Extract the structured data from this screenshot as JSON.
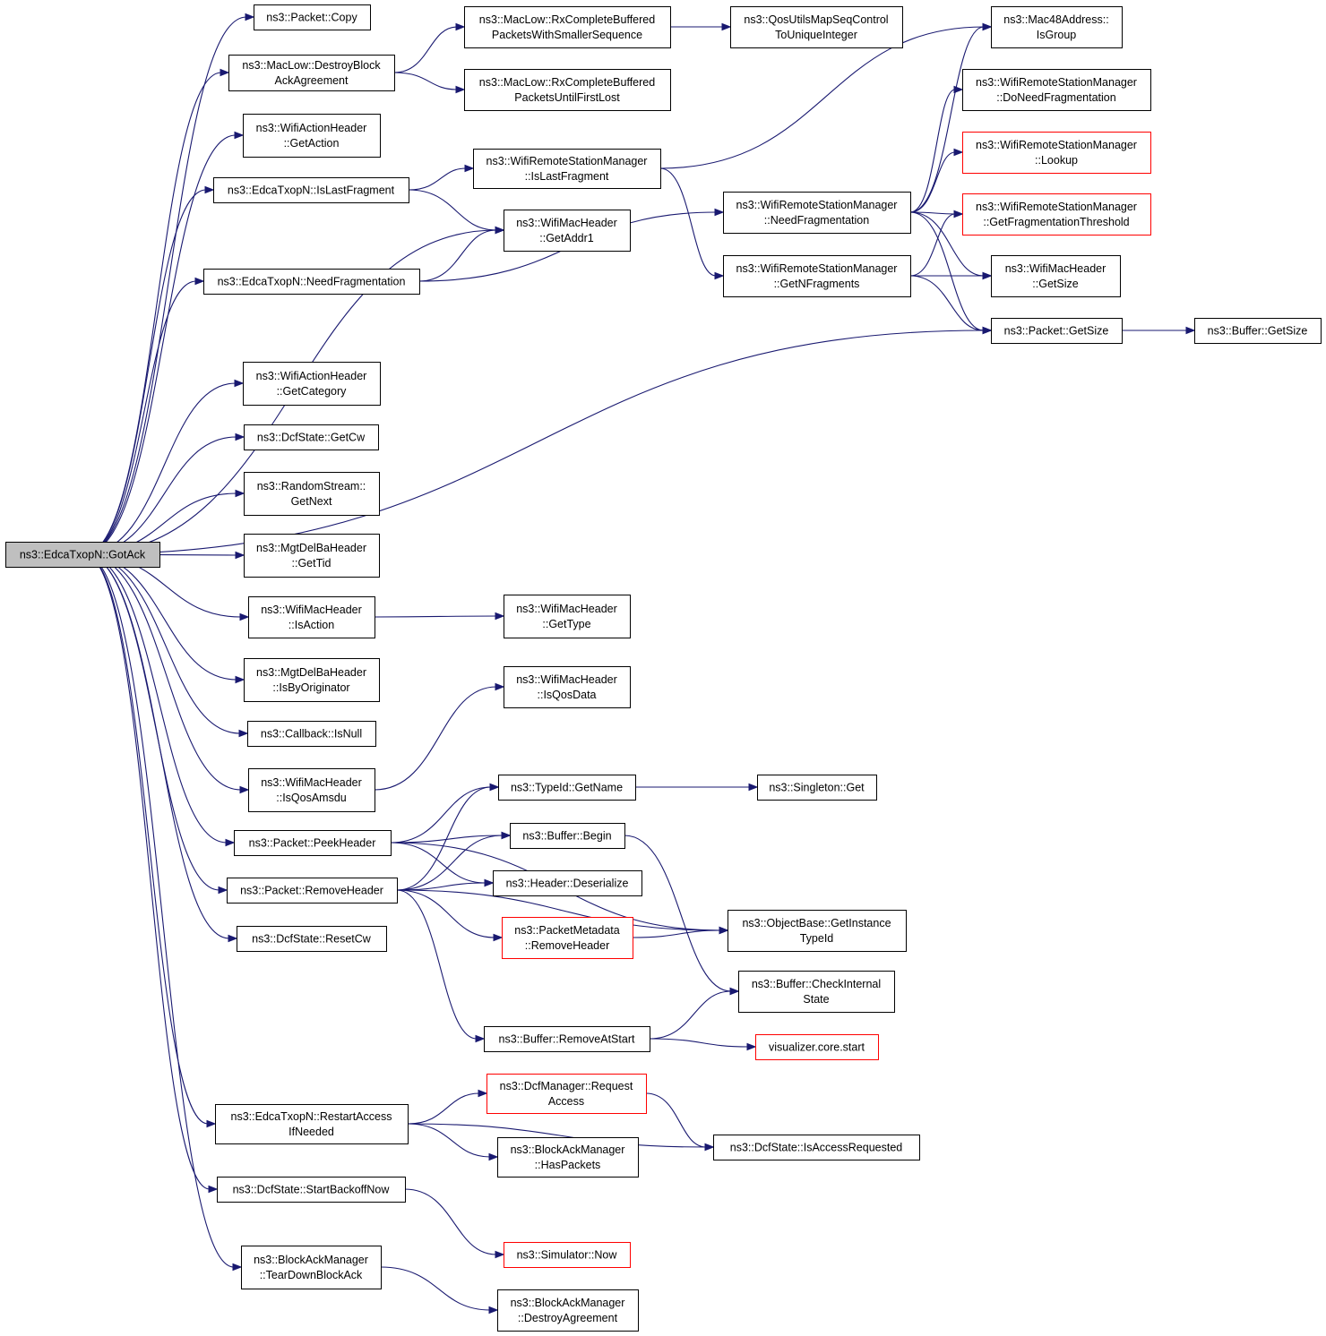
{
  "graph": {
    "colors": {
      "edge": "#191970",
      "node_border": "#000000",
      "root_fill": "#bfbfbf",
      "truncated_border": "#ff0000",
      "background": "#ffffff"
    },
    "nodes": [
      {
        "id": "gotack",
        "lines": [
          "ns3::EdcaTxopN::GotAck"
        ],
        "kind": "root"
      },
      {
        "id": "copy",
        "lines": [
          "ns3::Packet::Copy"
        ]
      },
      {
        "id": "destroyblock",
        "lines": [
          "ns3::MacLow::DestroyBlock",
          "AckAgreement"
        ]
      },
      {
        "id": "getaction",
        "lines": [
          "ns3::WifiActionHeader",
          "::GetAction"
        ]
      },
      {
        "id": "islastfrag_e",
        "lines": [
          "ns3::EdcaTxopN::IsLastFragment"
        ]
      },
      {
        "id": "needfrag_e",
        "lines": [
          "ns3::EdcaTxopN::NeedFragmentation"
        ]
      },
      {
        "id": "getcategory",
        "lines": [
          "ns3::WifiActionHeader",
          "::GetCategory"
        ]
      },
      {
        "id": "getcw",
        "lines": [
          "ns3::DcfState::GetCw"
        ]
      },
      {
        "id": "getnext",
        "lines": [
          "ns3::RandomStream::",
          "GetNext"
        ]
      },
      {
        "id": "gettid",
        "lines": [
          "ns3::MgtDelBaHeader",
          "::GetTid"
        ]
      },
      {
        "id": "isaction",
        "lines": [
          "ns3::WifiMacHeader",
          "::IsAction"
        ]
      },
      {
        "id": "isbyorig",
        "lines": [
          "ns3::MgtDelBaHeader",
          "::IsByOriginator"
        ]
      },
      {
        "id": "isnull",
        "lines": [
          "ns3::Callback::IsNull"
        ]
      },
      {
        "id": "isqosamsdu",
        "lines": [
          "ns3::WifiMacHeader",
          "::IsQosAmsdu"
        ]
      },
      {
        "id": "peekheader",
        "lines": [
          "ns3::Packet::PeekHeader"
        ]
      },
      {
        "id": "removeheader",
        "lines": [
          "ns3::Packet::RemoveHeader"
        ]
      },
      {
        "id": "resetcw",
        "lines": [
          "ns3::DcfState::ResetCw"
        ]
      },
      {
        "id": "restartaccess",
        "lines": [
          "ns3::EdcaTxopN::RestartAccess",
          "IfNeeded"
        ]
      },
      {
        "id": "startbackoff",
        "lines": [
          "ns3::DcfState::StartBackoffNow"
        ]
      },
      {
        "id": "teardown",
        "lines": [
          "ns3::BlockAckManager",
          "::TearDownBlockAck"
        ]
      },
      {
        "id": "rxsmaller",
        "lines": [
          "ns3::MacLow::RxCompleteBuffered",
          "PacketsWithSmallerSequence"
        ]
      },
      {
        "id": "rxuntil",
        "lines": [
          "ns3::MacLow::RxCompleteBuffered",
          "PacketsUntilFirstLost"
        ]
      },
      {
        "id": "qosutils",
        "lines": [
          "ns3::QosUtilsMapSeqControl",
          "ToUniqueInteger"
        ]
      },
      {
        "id": "islastfrag_w",
        "lines": [
          "ns3::WifiRemoteStationManager",
          "::IsLastFragment"
        ]
      },
      {
        "id": "getaddr1",
        "lines": [
          "ns3::WifiMacHeader",
          "::GetAddr1"
        ]
      },
      {
        "id": "needfrag_w",
        "lines": [
          "ns3::WifiRemoteStationManager",
          "::NeedFragmentation"
        ]
      },
      {
        "id": "getnfrag",
        "lines": [
          "ns3::WifiRemoteStationManager",
          "::GetNFragments"
        ]
      },
      {
        "id": "isgroup",
        "lines": [
          "ns3::Mac48Address::",
          "IsGroup"
        ]
      },
      {
        "id": "doneedfrag",
        "lines": [
          "ns3::WifiRemoteStationManager",
          "::DoNeedFragmentation"
        ]
      },
      {
        "id": "lookup",
        "lines": [
          "ns3::WifiRemoteStationManager",
          "::Lookup"
        ],
        "kind": "truncated"
      },
      {
        "id": "getfragthresh",
        "lines": [
          "ns3::WifiRemoteStationManager",
          "::GetFragmentationThreshold"
        ],
        "kind": "truncated"
      },
      {
        "id": "machdrsize",
        "lines": [
          "ns3::WifiMacHeader",
          "::GetSize"
        ]
      },
      {
        "id": "pktgetsize",
        "lines": [
          "ns3::Packet::GetSize"
        ]
      },
      {
        "id": "bufgetsize",
        "lines": [
          "ns3::Buffer::GetSize"
        ]
      },
      {
        "id": "gettype",
        "lines": [
          "ns3::WifiMacHeader",
          "::GetType"
        ]
      },
      {
        "id": "isqosdata",
        "lines": [
          "ns3::WifiMacHeader",
          "::IsQosData"
        ]
      },
      {
        "id": "typeidname",
        "lines": [
          "ns3::TypeId::GetName"
        ]
      },
      {
        "id": "singleton",
        "lines": [
          "ns3::Singleton::Get"
        ]
      },
      {
        "id": "bufbegin",
        "lines": [
          "ns3::Buffer::Begin"
        ]
      },
      {
        "id": "deserialize",
        "lines": [
          "ns3::Header::Deserialize"
        ]
      },
      {
        "id": "pmremove",
        "lines": [
          "ns3::PacketMetadata",
          "::RemoveHeader"
        ],
        "kind": "truncated"
      },
      {
        "id": "getinstance",
        "lines": [
          "ns3::ObjectBase::GetInstance",
          "TypeId"
        ]
      },
      {
        "id": "checkinternal",
        "lines": [
          "ns3::Buffer::CheckInternal",
          "State"
        ]
      },
      {
        "id": "removeatstart",
        "lines": [
          "ns3::Buffer::RemoveAtStart"
        ]
      },
      {
        "id": "vizstart",
        "lines": [
          "visualizer.core.start"
        ],
        "kind": "truncated"
      },
      {
        "id": "reqaccess",
        "lines": [
          "ns3::DcfManager::Request",
          "Access"
        ],
        "kind": "truncated"
      },
      {
        "id": "haspackets",
        "lines": [
          "ns3::BlockAckManager",
          "::HasPackets"
        ]
      },
      {
        "id": "isaccessreq",
        "lines": [
          "ns3::DcfState::IsAccessRequested"
        ]
      },
      {
        "id": "simnow",
        "lines": [
          "ns3::Simulator::Now"
        ],
        "kind": "truncated"
      },
      {
        "id": "destroyagreement",
        "lines": [
          "ns3::BlockAckManager",
          "::DestroyAgreement"
        ]
      }
    ],
    "edges": [
      [
        "gotack",
        "copy"
      ],
      [
        "gotack",
        "destroyblock"
      ],
      [
        "gotack",
        "getaction"
      ],
      [
        "gotack",
        "islastfrag_e"
      ],
      [
        "gotack",
        "getaddr1"
      ],
      [
        "gotack",
        "needfrag_e"
      ],
      [
        "gotack",
        "pktgetsize"
      ],
      [
        "gotack",
        "getcategory"
      ],
      [
        "gotack",
        "getcw"
      ],
      [
        "gotack",
        "getnext"
      ],
      [
        "gotack",
        "gettid"
      ],
      [
        "gotack",
        "isaction"
      ],
      [
        "gotack",
        "isbyorig"
      ],
      [
        "gotack",
        "isnull"
      ],
      [
        "gotack",
        "isqosamsdu"
      ],
      [
        "gotack",
        "peekheader"
      ],
      [
        "gotack",
        "removeheader"
      ],
      [
        "gotack",
        "resetcw"
      ],
      [
        "gotack",
        "restartaccess"
      ],
      [
        "gotack",
        "startbackoff"
      ],
      [
        "gotack",
        "teardown"
      ],
      [
        "destroyblock",
        "rxsmaller"
      ],
      [
        "destroyblock",
        "rxuntil"
      ],
      [
        "rxsmaller",
        "qosutils"
      ],
      [
        "islastfrag_e",
        "islastfrag_w"
      ],
      [
        "islastfrag_e",
        "getaddr1"
      ],
      [
        "islastfrag_w",
        "isgroup"
      ],
      [
        "islastfrag_w",
        "getnfrag"
      ],
      [
        "needfrag_e",
        "getaddr1"
      ],
      [
        "needfrag_e",
        "needfrag_w"
      ],
      [
        "needfrag_w",
        "isgroup"
      ],
      [
        "needfrag_w",
        "doneedfrag"
      ],
      [
        "needfrag_w",
        "lookup"
      ],
      [
        "needfrag_w",
        "getfragthresh"
      ],
      [
        "needfrag_w",
        "machdrsize"
      ],
      [
        "needfrag_w",
        "pktgetsize"
      ],
      [
        "getnfrag",
        "getfragthresh"
      ],
      [
        "getnfrag",
        "machdrsize"
      ],
      [
        "getnfrag",
        "pktgetsize"
      ],
      [
        "pktgetsize",
        "bufgetsize"
      ],
      [
        "isaction",
        "gettype"
      ],
      [
        "isqosamsdu",
        "isqosdata"
      ],
      [
        "peekheader",
        "getinstance"
      ],
      [
        "peekheader",
        "typeidname"
      ],
      [
        "peekheader",
        "bufbegin"
      ],
      [
        "peekheader",
        "deserialize"
      ],
      [
        "removeheader",
        "typeidname"
      ],
      [
        "removeheader",
        "bufbegin"
      ],
      [
        "removeheader",
        "deserialize"
      ],
      [
        "removeheader",
        "pmremove"
      ],
      [
        "removeheader",
        "getinstance"
      ],
      [
        "removeheader",
        "removeatstart"
      ],
      [
        "typeidname",
        "singleton"
      ],
      [
        "bufbegin",
        "checkinternal"
      ],
      [
        "pmremove",
        "getinstance"
      ],
      [
        "removeatstart",
        "checkinternal"
      ],
      [
        "removeatstart",
        "vizstart"
      ],
      [
        "restartaccess",
        "reqaccess"
      ],
      [
        "restartaccess",
        "haspackets"
      ],
      [
        "restartaccess",
        "isaccessreq"
      ],
      [
        "reqaccess",
        "isaccessreq"
      ],
      [
        "startbackoff",
        "simnow"
      ],
      [
        "teardown",
        "destroyagreement"
      ]
    ]
  }
}
